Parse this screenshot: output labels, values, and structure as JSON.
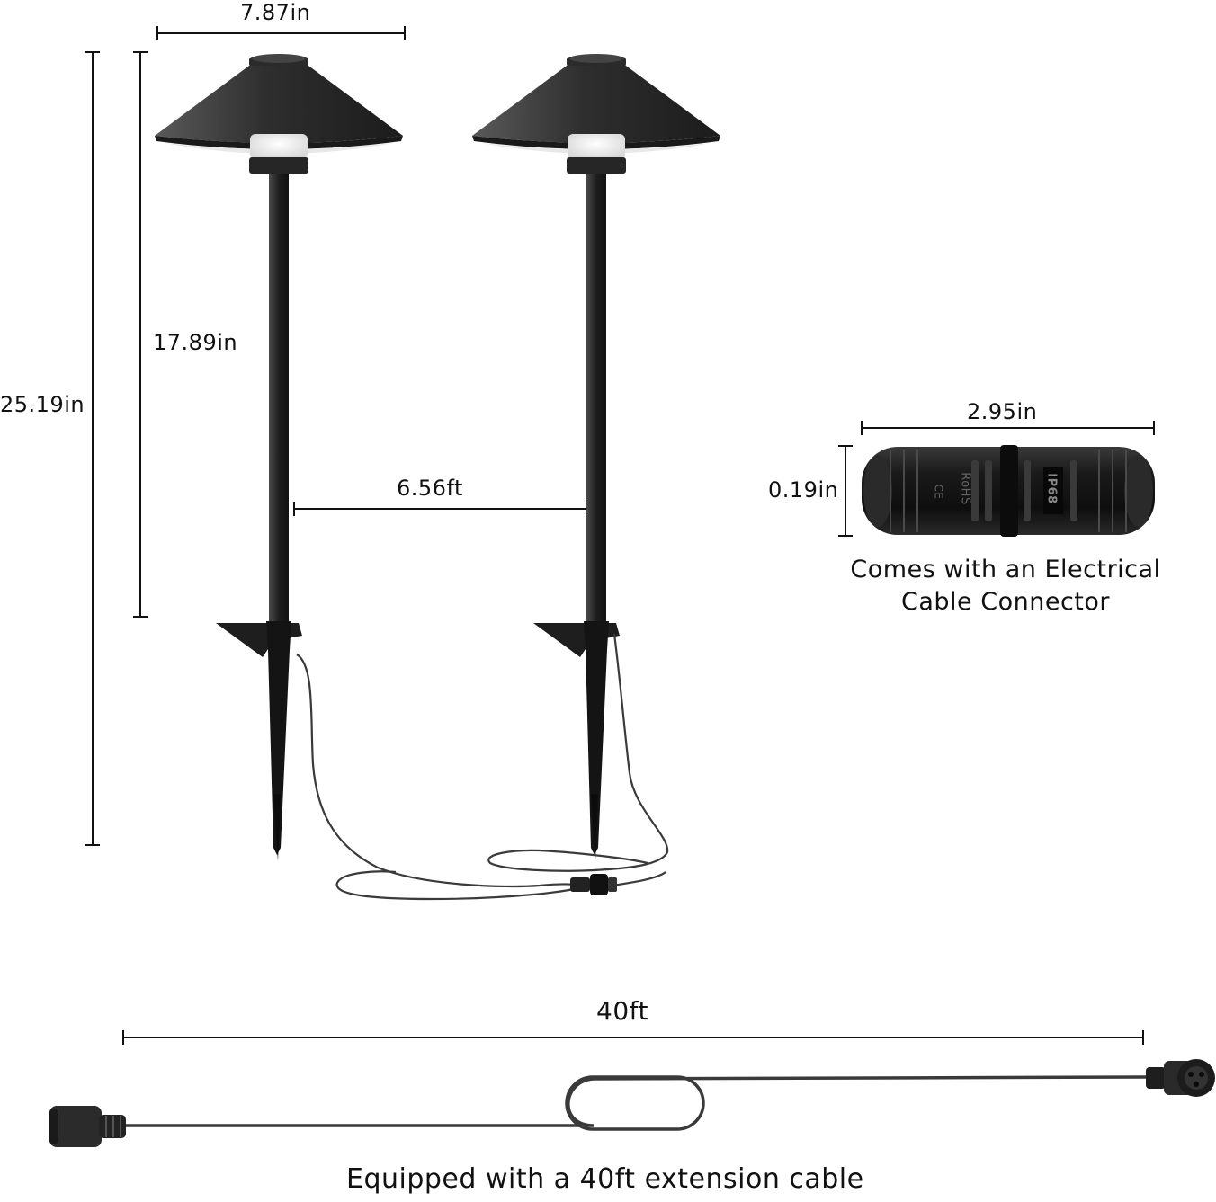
{
  "dimensions": {
    "lamp_top_width": "7.87in",
    "total_height": "25.19in",
    "pole_height": "17.89in",
    "spacing": "6.56ft",
    "connector_length": "2.95in",
    "connector_height": "0.19in",
    "cable_length": "40ft"
  },
  "connector_caption_line1": "Comes with an Electrical",
  "connector_caption_line2": "Cable Connector",
  "connector_marks": {
    "rating": "IP68",
    "cert": "RoHS",
    "ce": "CE"
  },
  "bottom_caption": "Equipped with a 40ft extension cable",
  "colors": {
    "lamp": "#2a2a2a",
    "line": "#111111",
    "cable": "#3a3a3a",
    "glow": "#f2f2f2"
  }
}
